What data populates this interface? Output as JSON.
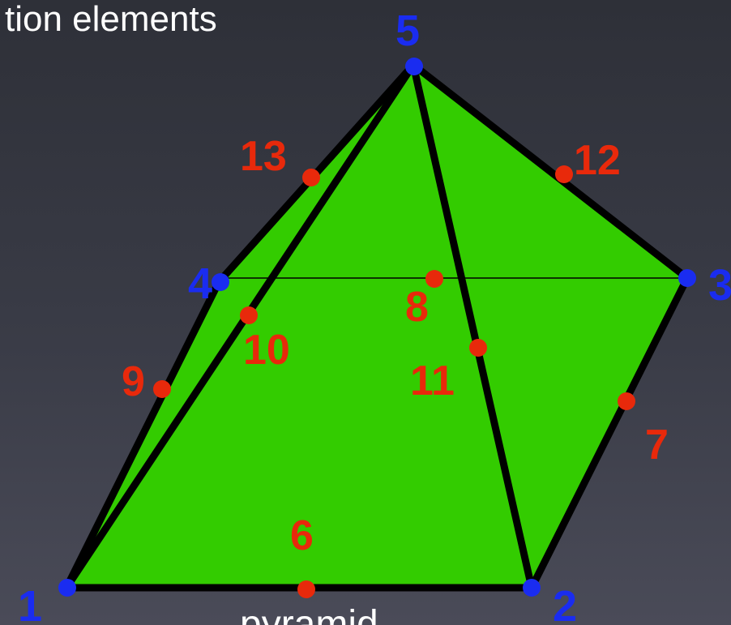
{
  "captions": {
    "top": "tion elements",
    "bottom": "pyramid"
  },
  "colors": {
    "face_fill": "#33cc00",
    "edge": "#000000",
    "vertex_node": "#1a2cf0",
    "edge_node": "#e8290b",
    "background": "#3a3c47"
  },
  "vertex_labels": {
    "n1": "1",
    "n2": "2",
    "n3": "3",
    "n4": "4",
    "n5": "5"
  },
  "edge_node_labels": {
    "n6": "6",
    "n7": "7",
    "n8": "8",
    "n9": "9",
    "n10": "10",
    "n11": "11",
    "n12": "12",
    "n13": "13"
  }
}
